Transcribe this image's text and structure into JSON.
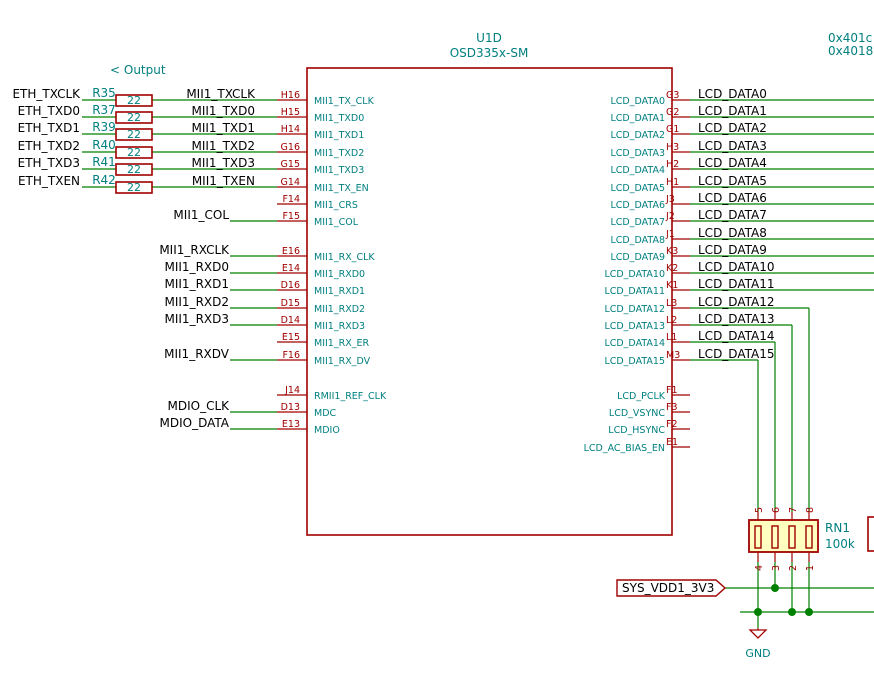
{
  "symbol": {
    "ref": "U1D",
    "value": "OSD335x-SM"
  },
  "offscreen_text": [
    "0x401c",
    "0x4018"
  ],
  "output_label": "< Output",
  "left_pins": [
    {
      "num": "H16",
      "name": "MII1_TX_CLK",
      "net": "MII1_TXCLK"
    },
    {
      "num": "H15",
      "name": "MII1_TXD0",
      "net": "MII1_TXD0"
    },
    {
      "num": "H14",
      "name": "MII1_TXD1",
      "net": "MII1_TXD1"
    },
    {
      "num": "G16",
      "name": "MII1_TXD2",
      "net": "MII1_TXD2"
    },
    {
      "num": "G15",
      "name": "MII1_TXD3",
      "net": "MII1_TXD3"
    },
    {
      "num": "G14",
      "name": "MII1_TX_EN",
      "net": "MII1_TXEN"
    },
    {
      "num": "F14",
      "name": "MII1_CRS",
      "net": ""
    },
    {
      "num": "F15",
      "name": "MII1_COL",
      "net": "MII1_COL"
    },
    {
      "num": "E16",
      "name": "MII1_RX_CLK",
      "net": "MII1_RXCLK"
    },
    {
      "num": "E14",
      "name": "MII1_RXD0",
      "net": "MII1_RXD0"
    },
    {
      "num": "D16",
      "name": "MII1_RXD1",
      "net": "MII1_RXD1"
    },
    {
      "num": "D15",
      "name": "MII1_RXD2",
      "net": "MII1_RXD2"
    },
    {
      "num": "D14",
      "name": "MII1_RXD3",
      "net": "MII1_RXD3"
    },
    {
      "num": "E15",
      "name": "MII1_RX_ER",
      "net": ""
    },
    {
      "num": "F16",
      "name": "MII1_RX_DV",
      "net": "MII1_RXDV"
    },
    {
      "num": "J14",
      "name": "RMII1_REF_CLK",
      "net": ""
    },
    {
      "num": "D13",
      "name": "MDC",
      "net": "MDIO_CLK"
    },
    {
      "num": "E13",
      "name": "MDIO",
      "net": "MDIO_DATA"
    }
  ],
  "right_pins": [
    {
      "num": "G3",
      "name": "LCD_DATA0",
      "net": "LCD_DATA0"
    },
    {
      "num": "G2",
      "name": "LCD_DATA1",
      "net": "LCD_DATA1"
    },
    {
      "num": "G1",
      "name": "LCD_DATA2",
      "net": "LCD_DATA2"
    },
    {
      "num": "H3",
      "name": "LCD_DATA3",
      "net": "LCD_DATA3"
    },
    {
      "num": "H2",
      "name": "LCD_DATA4",
      "net": "LCD_DATA4"
    },
    {
      "num": "H1",
      "name": "LCD_DATA5",
      "net": "LCD_DATA5"
    },
    {
      "num": "J3",
      "name": "LCD_DATA6",
      "net": "LCD_DATA6"
    },
    {
      "num": "J2",
      "name": "LCD_DATA7",
      "net": "LCD_DATA7"
    },
    {
      "num": "J1",
      "name": "LCD_DATA8",
      "net": "LCD_DATA8"
    },
    {
      "num": "K3",
      "name": "LCD_DATA9",
      "net": "LCD_DATA9"
    },
    {
      "num": "K2",
      "name": "LCD_DATA10",
      "net": "LCD_DATA10"
    },
    {
      "num": "K1",
      "name": "LCD_DATA11",
      "net": "LCD_DATA11"
    },
    {
      "num": "L3",
      "name": "LCD_DATA12",
      "net": "LCD_DATA12"
    },
    {
      "num": "L2",
      "name": "LCD_DATA13",
      "net": "LCD_DATA13"
    },
    {
      "num": "L1",
      "name": "LCD_DATA14",
      "net": "LCD_DATA14"
    },
    {
      "num": "M3",
      "name": "LCD_DATA15",
      "net": "LCD_DATA15"
    },
    {
      "num": "F1",
      "name": "LCD_PCLK",
      "net": ""
    },
    {
      "num": "F3",
      "name": "LCD_VSYNC",
      "net": ""
    },
    {
      "num": "F2",
      "name": "LCD_HSYNC",
      "net": ""
    },
    {
      "num": "E1",
      "name": "LCD_AC_BIAS_EN",
      "net": ""
    }
  ],
  "resistors": [
    {
      "ref": "R35",
      "value": "22",
      "net": "ETH_TXCLK"
    },
    {
      "ref": "R37",
      "value": "22",
      "net": "ETH_TXD0"
    },
    {
      "ref": "R39",
      "value": "22",
      "net": "ETH_TXD1"
    },
    {
      "ref": "R40",
      "value": "22",
      "net": "ETH_TXD2"
    },
    {
      "ref": "R41",
      "value": "22",
      "net": "ETH_TXD3"
    },
    {
      "ref": "R42",
      "value": "22",
      "net": "ETH_TXEN"
    }
  ],
  "rn1": {
    "ref": "RN1",
    "value": "100k",
    "top_pins": [
      "5",
      "6",
      "7",
      "8"
    ],
    "bottom_pins": [
      "4",
      "3",
      "2",
      "1"
    ]
  },
  "power": {
    "label": "SYS_VDD1_3V3",
    "ground": "GND"
  }
}
